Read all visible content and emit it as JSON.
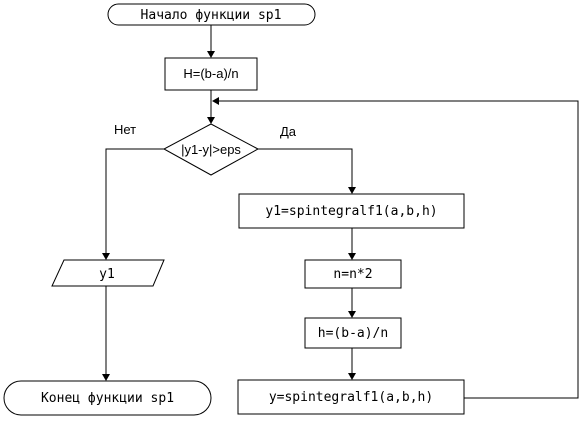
{
  "diagram": {
    "nodes": {
      "start": "Начало функции sp1",
      "h_init": "H=(b-a)/n",
      "condition": "|y1-y|>eps",
      "calc_y1": "y1=spintegralf1(a,b,h)",
      "double_n": "n=n*2",
      "h_update": "h=(b-a)/n",
      "calc_y": "y=spintegralf1(a,b,h)",
      "output": "y1",
      "end": "Конец функции sp1"
    },
    "branches": {
      "no": "Нет",
      "yes": "Да"
    }
  }
}
